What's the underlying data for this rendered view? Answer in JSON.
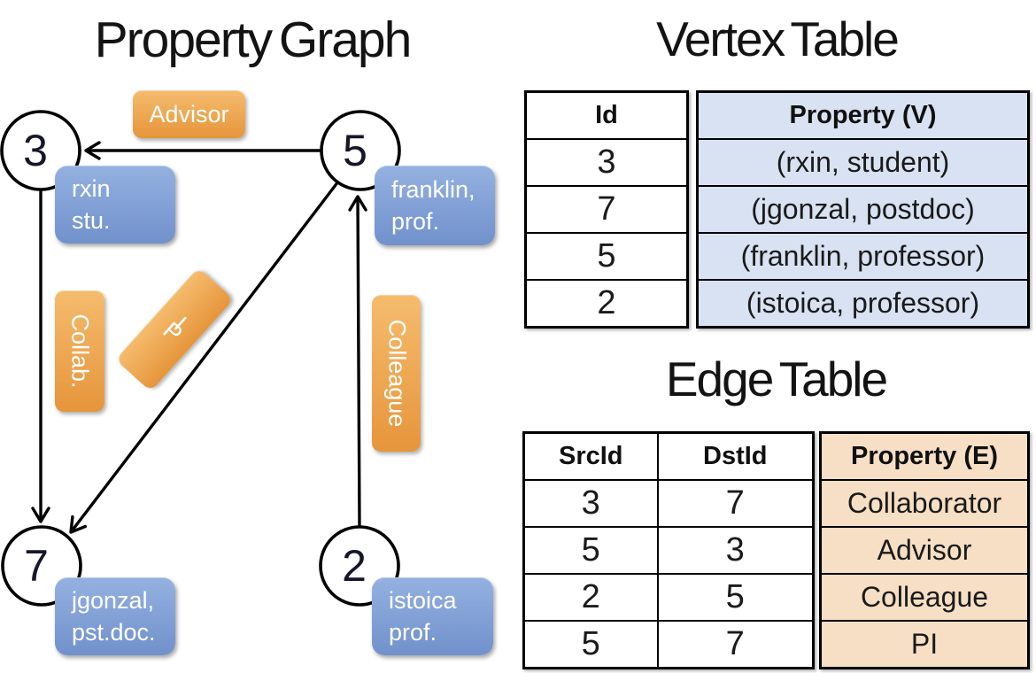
{
  "colors": {
    "node_box_blue_top": "#94B1E0",
    "node_box_blue_bottom": "#7191CC",
    "edge_label_orange_top": "#F5BC6E",
    "edge_label_orange_bottom": "#E6953B",
    "vertex_property_fill": "#D9E2F3",
    "edge_property_fill": "#F6DFC4",
    "line_color": "#000000"
  },
  "graph": {
    "title": "Property Graph",
    "nodes": {
      "n3": {
        "id": "3",
        "line1": "rxin",
        "line2": "stu."
      },
      "n5": {
        "id": "5",
        "line1": "franklin,",
        "line2": "prof."
      },
      "n7": {
        "id": "7",
        "line1": "jgonzal,",
        "line2": "pst.doc."
      },
      "n2": {
        "id": "2",
        "line1": "istoica",
        "line2": "prof."
      }
    },
    "edge_labels": {
      "advisor": "Advisor",
      "collab": "Collab.",
      "pi": "PI",
      "colleague": "Colleague"
    }
  },
  "vertex_table": {
    "title": "Vertex Table",
    "id_header": "Id",
    "property_header": "Property (V)",
    "rows": [
      {
        "id": "3",
        "property": "(rxin, student)"
      },
      {
        "id": "7",
        "property": "(jgonzal, postdoc)"
      },
      {
        "id": "5",
        "property": "(franklin, professor)"
      },
      {
        "id": "2",
        "property": "(istoica, professor)"
      }
    ]
  },
  "edge_table": {
    "title": "Edge Table",
    "src_header": "SrcId",
    "dst_header": "DstId",
    "property_header": "Property (E)",
    "rows": [
      {
        "src": "3",
        "dst": "7",
        "property": "Collaborator"
      },
      {
        "src": "5",
        "dst": "3",
        "property": "Advisor"
      },
      {
        "src": "2",
        "dst": "5",
        "property": "Colleague"
      },
      {
        "src": "5",
        "dst": "7",
        "property": "PI"
      }
    ]
  }
}
